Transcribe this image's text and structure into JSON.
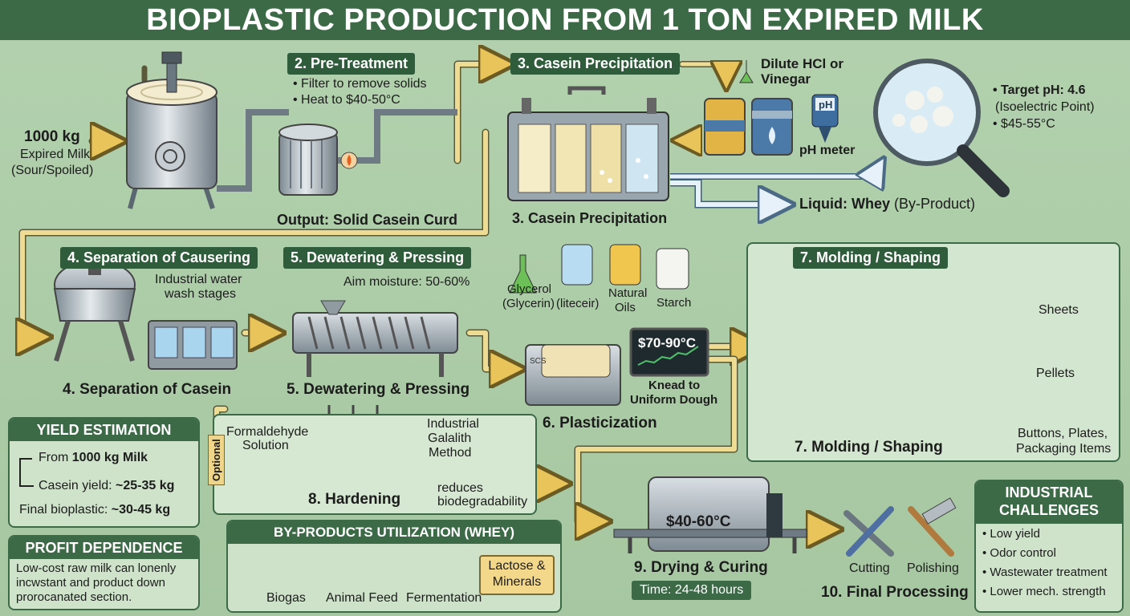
{
  "title": "BIOPLASTIC PRODUCTION FROM 1 TON EXPIRED MILK",
  "input": {
    "amount": "1000 kg",
    "line1": "Expired Milk",
    "line2": "(Sour/Spoiled)"
  },
  "pretreatment": {
    "label": "2. Pre-Treatment",
    "bullet1": "• Filter to remove solids",
    "bullet2": "• Heat to $40-50°C",
    "output": "Output: Solid Casein Curd"
  },
  "casein": {
    "label_top": "3. Casein Precipitation",
    "label_bottom": "3. Casein Precipitation",
    "acid": "Dilute HCl or Vinegar",
    "ph_meter": "pH meter",
    "ph_icon": "pH",
    "whey_bold": "Liquid: Whey",
    "whey_rest": "(By-Product)",
    "target1": "• Target pH: 4.6",
    "target2": "(Isoelectric Point)",
    "target3": "• $45-55°C"
  },
  "separation": {
    "label_top": "4. Separation of Causering",
    "wash1": "Industrial water",
    "wash2": "wash stages",
    "label_bottom": "4. Separation of Casein"
  },
  "dewatering": {
    "label_top": "5. Dewatering & Pressing",
    "moisture": "Aim moisture: 50-60%",
    "label_bottom": "5. Dewatering & Pressing"
  },
  "plasticization": {
    "glycerol1": "Glycerol",
    "glycerol2": "(Glycerin)",
    "iiteceir": "(liteceir)",
    "oils1": "Natural",
    "oils2": "Oils",
    "starch": "Starch",
    "temp": "$70-90°C",
    "knead1": "Knead to",
    "knead2": "Uniform Dough",
    "label": "6. Plasticization",
    "scs": "SCS"
  },
  "molding": {
    "label_top": "7. Molding / Shaping",
    "label_bottom": "7. Molding / Shaping",
    "sheets": "Sheets",
    "pellets": "Pellets",
    "items1": "Buttons, Plates,",
    "items2": "Packaging Items"
  },
  "hardening": {
    "optional": "Optional",
    "form1": "Formaldehyde",
    "form2": "Solution",
    "gal1": "Industrial",
    "gal2": "Galalith",
    "gal3": "Method",
    "label": "8. Hardening",
    "warn1": "reduces",
    "warn2": "biodegradability"
  },
  "yield": {
    "header": "YIELD ESTIMATION",
    "from_pre": "From ",
    "from_bold": "1000 kg Milk",
    "casein_pre": "Casein yield: ",
    "casein_bold": "~25-35 kg",
    "final_pre": "Final bioplastic: ",
    "final_bold": "~30-45 kg"
  },
  "profit": {
    "header": "PROFIT DEPENDENCE",
    "l1": "Low-cost raw milk can lonenly",
    "l2": "incwstant and product down",
    "l3": "prorocanated section."
  },
  "byproducts": {
    "header": "BY-PRODUCTS UTILIZATION (WHEY)",
    "biogas": "Biogas",
    "feed": "Animal Feed",
    "ferm": "Fermentation",
    "lactose1": "Lactose &",
    "lactose2": "Minerals"
  },
  "drying": {
    "temp": "$40-60°C",
    "label": "9. Drying & Curing",
    "time": "Time: 24-48 hours"
  },
  "final": {
    "cutting": "Cutting",
    "polishing": "Polishing",
    "label": "10. Final Processing"
  },
  "challenges": {
    "h1": "INDUSTRIAL",
    "h2": "CHALLENGES",
    "c1": "• Low yield",
    "c2": "• Odor control",
    "c3": "• Wastewater treatment",
    "c4": "• Lower mech. strength"
  }
}
